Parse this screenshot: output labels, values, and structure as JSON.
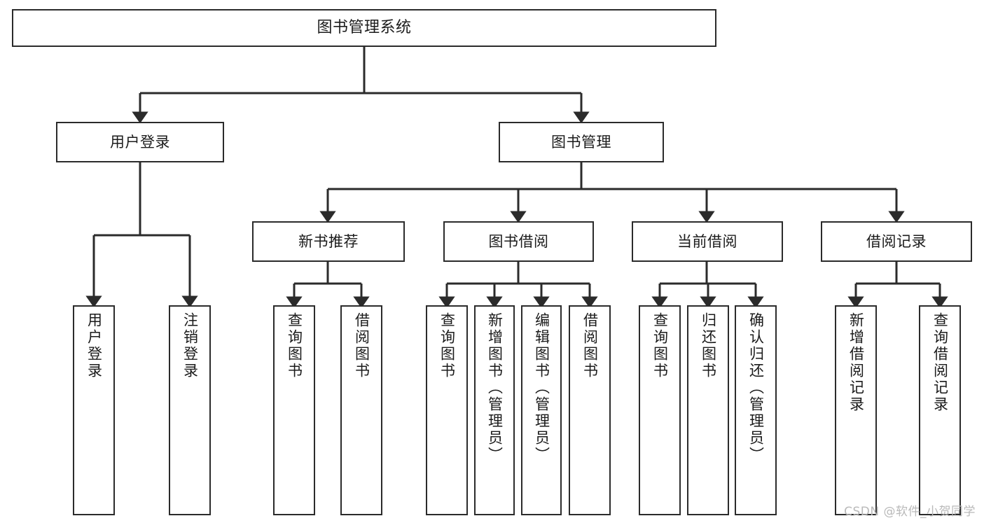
{
  "diagram": {
    "title": "图书管理系统",
    "type": "tree-hierarchy-diagram",
    "colors": {
      "box_border": "#2b2b2b",
      "box_fill": "#ffffff",
      "edge": "#2b2b2b",
      "text": "#1b1b1b",
      "watermark": "#b9b9b9",
      "background": "#ffffff"
    },
    "root": {
      "label": "图书管理系统"
    },
    "level2": [
      {
        "label": "用户登录"
      },
      {
        "label": "图书管理"
      }
    ],
    "level3": [
      {
        "label": "新书推荐"
      },
      {
        "label": "图书借阅"
      },
      {
        "label": "当前借阅"
      },
      {
        "label": "借阅记录"
      }
    ],
    "leaves": {
      "user_login": [
        {
          "label": "用户登录"
        },
        {
          "label": "注销登录"
        }
      ],
      "new_book_recommend": [
        {
          "label": "查询图书"
        },
        {
          "label": "借阅图书"
        }
      ],
      "book_borrow": [
        {
          "label": "查询图书"
        },
        {
          "label": "新增图书（管理员）"
        },
        {
          "label": "编辑图书（管理员）"
        },
        {
          "label": "借阅图书"
        }
      ],
      "current_borrow": [
        {
          "label": "查询图书"
        },
        {
          "label": "归还图书"
        },
        {
          "label": "确认归还（管理员）"
        }
      ],
      "borrow_records": [
        {
          "label": "新增借阅记录"
        },
        {
          "label": "查询借阅记录"
        }
      ]
    }
  },
  "watermark": {
    "text": "CSDN @软件_小贺同学"
  }
}
